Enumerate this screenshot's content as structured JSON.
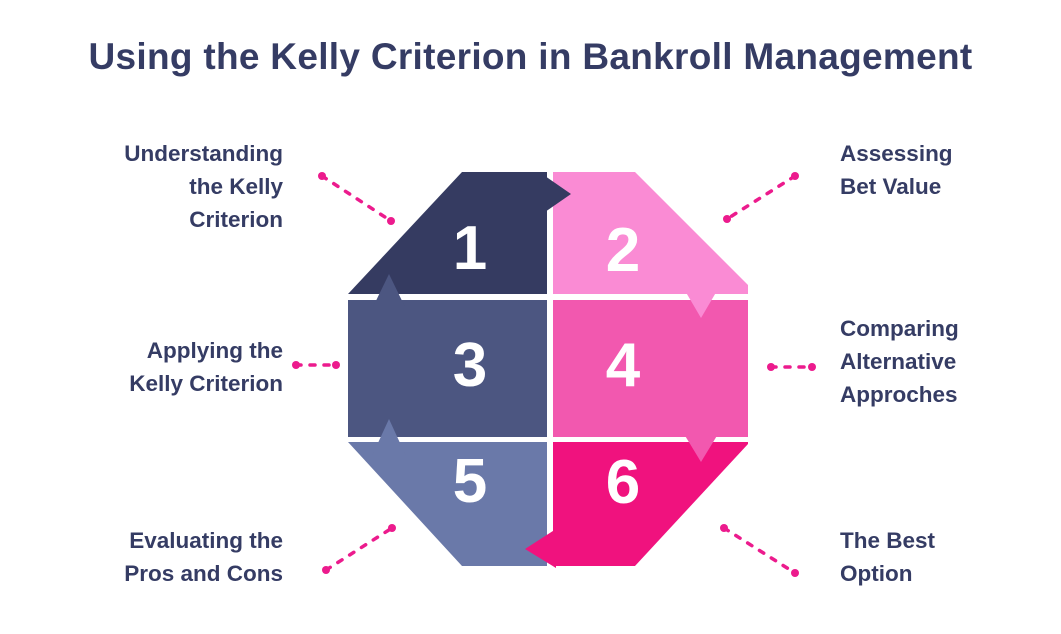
{
  "title": "Using the Kelly Criterion in Bankroll Management",
  "colors": {
    "background": "#FFFFFF",
    "title_text": "#353C64",
    "label_text": "#353C64",
    "number_text": "#FFFFFF",
    "divider": "#FFFFFF",
    "connector": "#EC1B8D"
  },
  "diagram": {
    "type": "numbered-cycle-octagon",
    "flow_order": [
      "1",
      "2",
      "4",
      "6",
      "5",
      "3"
    ],
    "sections": [
      {
        "number": "1",
        "position": "top-left",
        "color": "#353B61",
        "label": "Understanding\nthe Kelly\nCriterion"
      },
      {
        "number": "2",
        "position": "top-right",
        "color": "#FA8BD4",
        "label": "Assessing\nBet Value"
      },
      {
        "number": "3",
        "position": "middle-left",
        "color": "#4C5681",
        "label": "Applying the\nKelly Criterion"
      },
      {
        "number": "4",
        "position": "middle-right",
        "color": "#F258AF",
        "label": "Comparing\nAlternative\nApproches"
      },
      {
        "number": "5",
        "position": "bottom-left",
        "color": "#6A79A9",
        "label": "Evaluating the\nPros and Cons"
      },
      {
        "number": "6",
        "position": "bottom-right",
        "color": "#F0127E",
        "label": "The Best\nOption"
      }
    ]
  }
}
